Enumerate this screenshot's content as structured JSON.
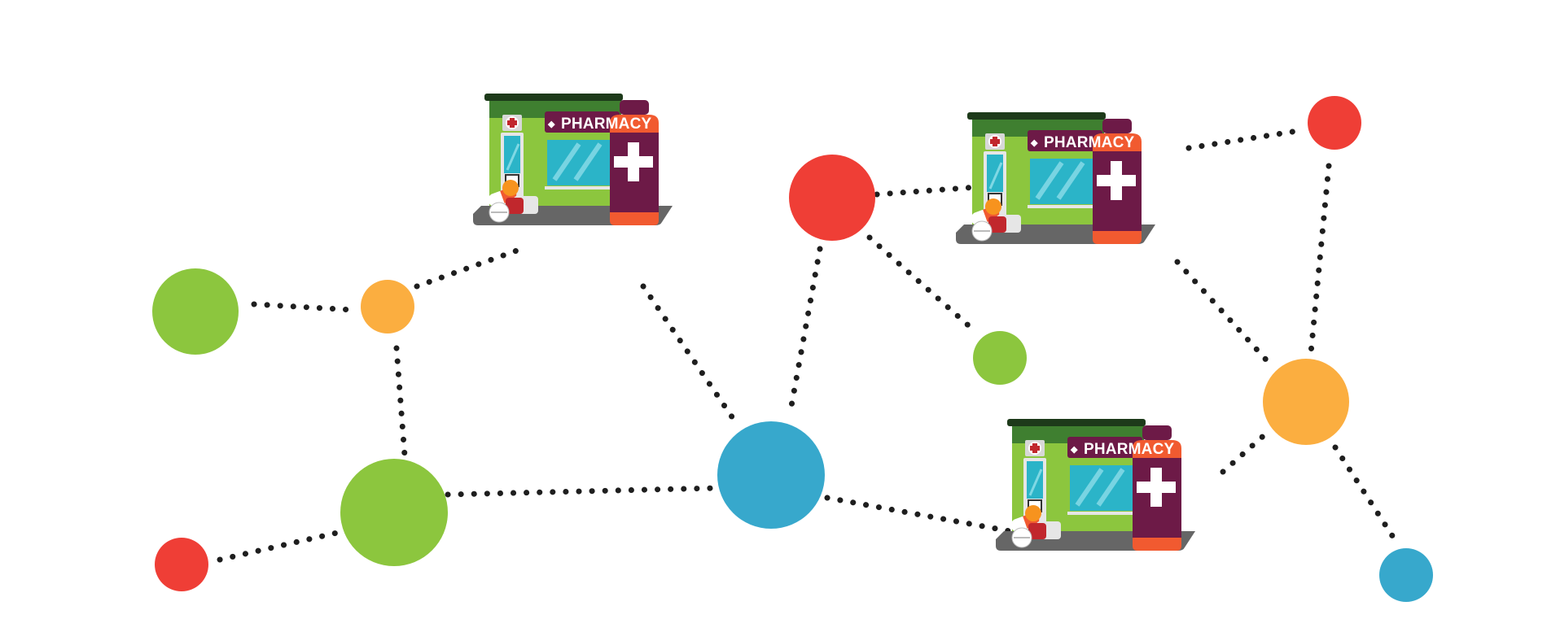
{
  "diagram": {
    "store_sign_label": "PHARMACY",
    "colors": {
      "red": "#ef3e36",
      "orange": "#fbae40",
      "green": "#8cc63e",
      "blue": "#37a8cc",
      "link": "#1e1e1e",
      "store_dark_green": "#3f7f30",
      "store_green": "#8cc63e",
      "store_roof": "#1d3a1a",
      "store_floor": "#666666",
      "sign_purple": "#6d1a47",
      "bottle_purple": "#6d1a47",
      "bottle_orange": "#f15a30",
      "glass": "#2bb4c8"
    },
    "stores": [
      {
        "name": "pharmacy-store-1",
        "icon": "pharmacy-store-icon"
      },
      {
        "name": "pharmacy-store-2",
        "icon": "pharmacy-store-icon"
      },
      {
        "name": "pharmacy-store-3",
        "icon": "pharmacy-store-icon"
      }
    ],
    "nodes": [
      {
        "name": "node-green-left",
        "color": "green"
      },
      {
        "name": "node-orange-small-left",
        "color": "orange"
      },
      {
        "name": "node-green-large-bottom",
        "color": "green"
      },
      {
        "name": "node-red-small-bottom-left",
        "color": "red"
      },
      {
        "name": "node-blue-center",
        "color": "blue"
      },
      {
        "name": "node-red-top-center",
        "color": "red"
      },
      {
        "name": "node-green-small-center",
        "color": "green"
      },
      {
        "name": "node-red-small-top-right",
        "color": "red"
      },
      {
        "name": "node-orange-right",
        "color": "orange"
      },
      {
        "name": "node-blue-small-bottom-right",
        "color": "blue"
      }
    ]
  }
}
